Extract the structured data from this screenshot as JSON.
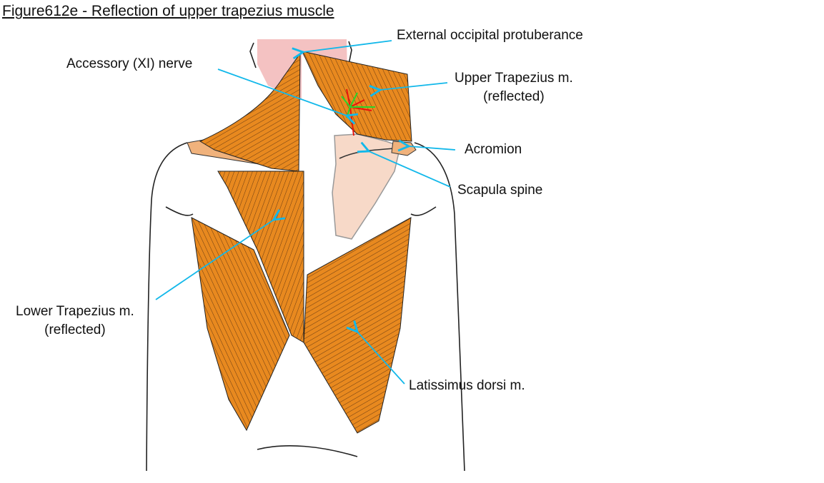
{
  "title": "Figure612e - Reflection of upper trapezius muscle",
  "colors": {
    "muscle": "#e8891f",
    "skin": "#f4c2c2",
    "bone": "#f7d9c8",
    "leader": "#12b8ea",
    "nerve_red": "#e8140c",
    "nerve_green": "#2ad42a"
  },
  "labels": {
    "occipital": "External occipital protuberance",
    "nerve": "Accessory (XI) nerve",
    "upper_trap_1": "Upper Trapezius m.",
    "upper_trap_2": "(reflected)",
    "acromion": "Acromion",
    "scapula": "Scapula spine",
    "lower_trap_1": "Lower Trapezius m.",
    "lower_trap_2": "(reflected)",
    "lat": "Latissimus dorsi m."
  }
}
